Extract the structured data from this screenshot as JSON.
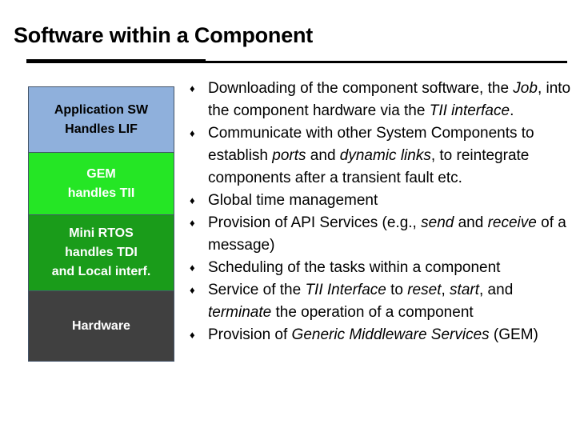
{
  "slide": {
    "title": "Software within a Component"
  },
  "diagram": {
    "name": "software-stack",
    "layers": [
      {
        "id": "application",
        "lines": [
          "Application SW",
          "Handles LIF"
        ],
        "fill": "#8fb0dc",
        "text_color": "#000000"
      },
      {
        "id": "gem",
        "lines": [
          "GEM",
          "handles TII"
        ],
        "fill": "#25e625",
        "text_color": "#ffffff"
      },
      {
        "id": "rtos",
        "lines": [
          "Mini RTOS",
          "handles TDI",
          "and Local interf."
        ],
        "fill": "#1a9c1a",
        "text_color": "#ffffff"
      },
      {
        "id": "hardware",
        "lines": [
          "Hardware"
        ],
        "fill": "#404040",
        "text_color": "#ffffff"
      }
    ]
  },
  "bullets": {
    "marker": "♦",
    "items": [
      {
        "id": "downloading",
        "html": "Downloading of the component software, the <i>Job</i>, into the component hardware via the <i>TII interface</i>.",
        "plain": "Downloading of the component software, the Job, into the component hardware via the TII interface."
      },
      {
        "id": "communicate",
        "html": "Communicate with other System Components to establish <i>ports</i> and <i>dynamic links</i>, to reintegrate components after a transient fault etc.",
        "plain": "Communicate with other System Components to establish ports and dynamic links, to reintegrate components after a transient fault etc."
      },
      {
        "id": "global-time",
        "html": "Global time management",
        "plain": "Global time management"
      },
      {
        "id": "api-services",
        "html": "Provision of API Services (e.g., <i>send</i> and <i>receive</i> of a message)",
        "plain": "Provision of API Services (e.g., send and receive of a message)"
      },
      {
        "id": "scheduling",
        "html": "Scheduling of the tasks within a component",
        "plain": "Scheduling of the tasks within a component"
      },
      {
        "id": "tii-service",
        "html": "Service of the <i>TII Interface</i> to <i>reset</i>, <i>start</i>, and <i>terminate</i> the operation of a component",
        "plain": "Service of the TII Interface to reset, start, and terminate the operation of a component"
      },
      {
        "id": "gem-services",
        "html": "Provision of <i>Generic Middleware Services</i> (GEM)",
        "plain": "Provision of Generic Middleware Services (GEM)"
      }
    ]
  },
  "colors": {
    "background": "#ffffff",
    "rule": "#000000",
    "border": "#44546a"
  }
}
